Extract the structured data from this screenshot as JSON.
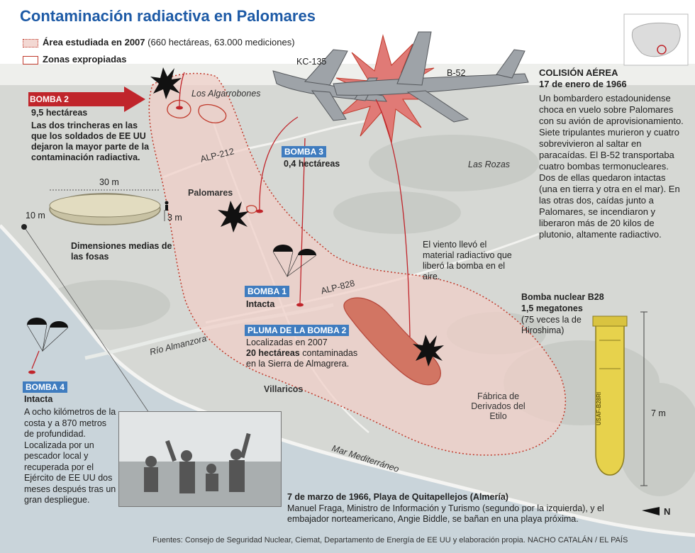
{
  "title": "Contaminación radiactiva en Palomares",
  "legend": {
    "study_label": "Área estudiada en 2007",
    "study_detail": "(660 hectáreas, 63.000 mediciones)",
    "expropriated_label": "Zonas expropiadas"
  },
  "aircraft": {
    "kc135": "KC-135",
    "b52": "B-52"
  },
  "collision": {
    "heading": "COLISIÓN AÉREA",
    "date": "17 de enero de 1966",
    "body": "Un bombardero estadounidense choca en vuelo sobre Palomares con su avión de aprovisionamiento. Siete tripulantes murieron y cuatro sobrevivieron al saltar en paracaídas. El B-52 transportaba cuatro bombas termonucleares. Dos de ellas quedaron intactas (una en tierra y otra en el mar). En las otras dos, caídas junto a Palomares, se incendiaron y liberaron más de 20 kilos de plutonio, altamente radiactivo."
  },
  "bomb2": {
    "tag": "BOMBA 2",
    "area": "9,5 hectáreas",
    "desc": "Las dos trincheras en las que los soldados de EE UU dejaron la mayor parte de la contaminación radiactiva."
  },
  "bomb3": {
    "tag": "BOMBA 3",
    "area": "0,4 hectáreas"
  },
  "bomb1": {
    "tag": "BOMBA 1",
    "status": "Intacta"
  },
  "bomb4": {
    "tag": "BOMBA 4",
    "status": "Intacta",
    "desc": "A ocho kilómetros de la costa y a 870 metros de profundidad. Localizada por un pescador local y recuperada por el Ejército de EE UU dos meses después tras un gran despliegue."
  },
  "plume": {
    "tag": "PLUMA DE LA BOMBA 2",
    "line1": "Localizadas en 2007",
    "line2_bold": "20 hectáreas",
    "line2_rest": " contaminadas",
    "line3": "en la Sierra de Almagrera."
  },
  "wind_note": "El viento llevó el material radiactivo que liberó la bomba en el aire.",
  "pit": {
    "width": "30 m",
    "left": "10 m",
    "depth": "3 m",
    "caption": "Dimensiones medias de las fosas"
  },
  "places": {
    "algarrobones": "Los Algarrobones",
    "alp212": "ALP-212",
    "palomares": "Palomares",
    "alp828": "ALP-828",
    "rozas": "Las Rozas",
    "almanzora": "Río Almanzora",
    "villaricos": "Villaricos",
    "fabrica": "Fábrica de Derivados del Etilo",
    "mar": "Mar Mediterráneo"
  },
  "b28": {
    "title": "Bomba nuclear B28",
    "yield": "1,5 megatones",
    "compare": "(75 veces la de Hiroshima)",
    "height": "7 m",
    "stencil": "USAF-B28RI"
  },
  "photo_caption": {
    "title": "7 de marzo de 1966, Playa de Quitapellejos (Almería)",
    "body": "Manuel Fraga, Ministro de Información y Turismo (segundo por la izquierda), y el embajador norteamericano, Angie Biddle, se bañan en una playa próxima."
  },
  "north": "N",
  "source": "Fuentes: Consejo de Seguridad Nuclear, Ciemat, Departamento de Energía de EE UU y elaboración propia.   NACHO CATALÁN / EL PAÍS",
  "colors": {
    "accent_blue": "#1d5aa6",
    "bomb_red": "#c0252b",
    "study_fill": "#f3d8d3",
    "tag_blue": "#3f7cbf"
  }
}
